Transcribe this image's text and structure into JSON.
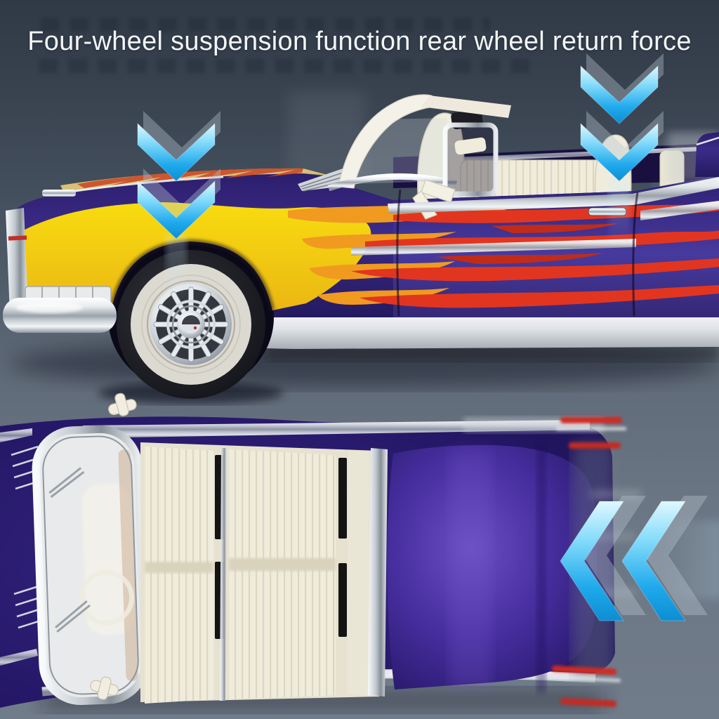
{
  "headline": {
    "text": "Four-wheel suspension function rear wheel return force"
  },
  "icons": {
    "down_arrows_front": "double-chevron-down",
    "down_arrows_rear": "double-chevron-down",
    "left_arrows_rear": "double-chevron-left"
  },
  "colors": {
    "background_top": "#333d4a",
    "background_bottom": "#6f7a89",
    "arrow_blue": "#18a8ea",
    "arrow_blue_light": "#d9f6ff",
    "arrow_ghost": "#b7c5cf",
    "car_body_purple": "#32227c",
    "door_violet": "#4a3c9c",
    "flame_yellow": "#f4d011",
    "flame_orange": "#f09a20",
    "flame_red": "#e23520",
    "interior_white": "#efecdc",
    "chrome_light": "#f7f9fb",
    "tire_black": "#17181c",
    "taillight_red": "#cf2b22"
  }
}
